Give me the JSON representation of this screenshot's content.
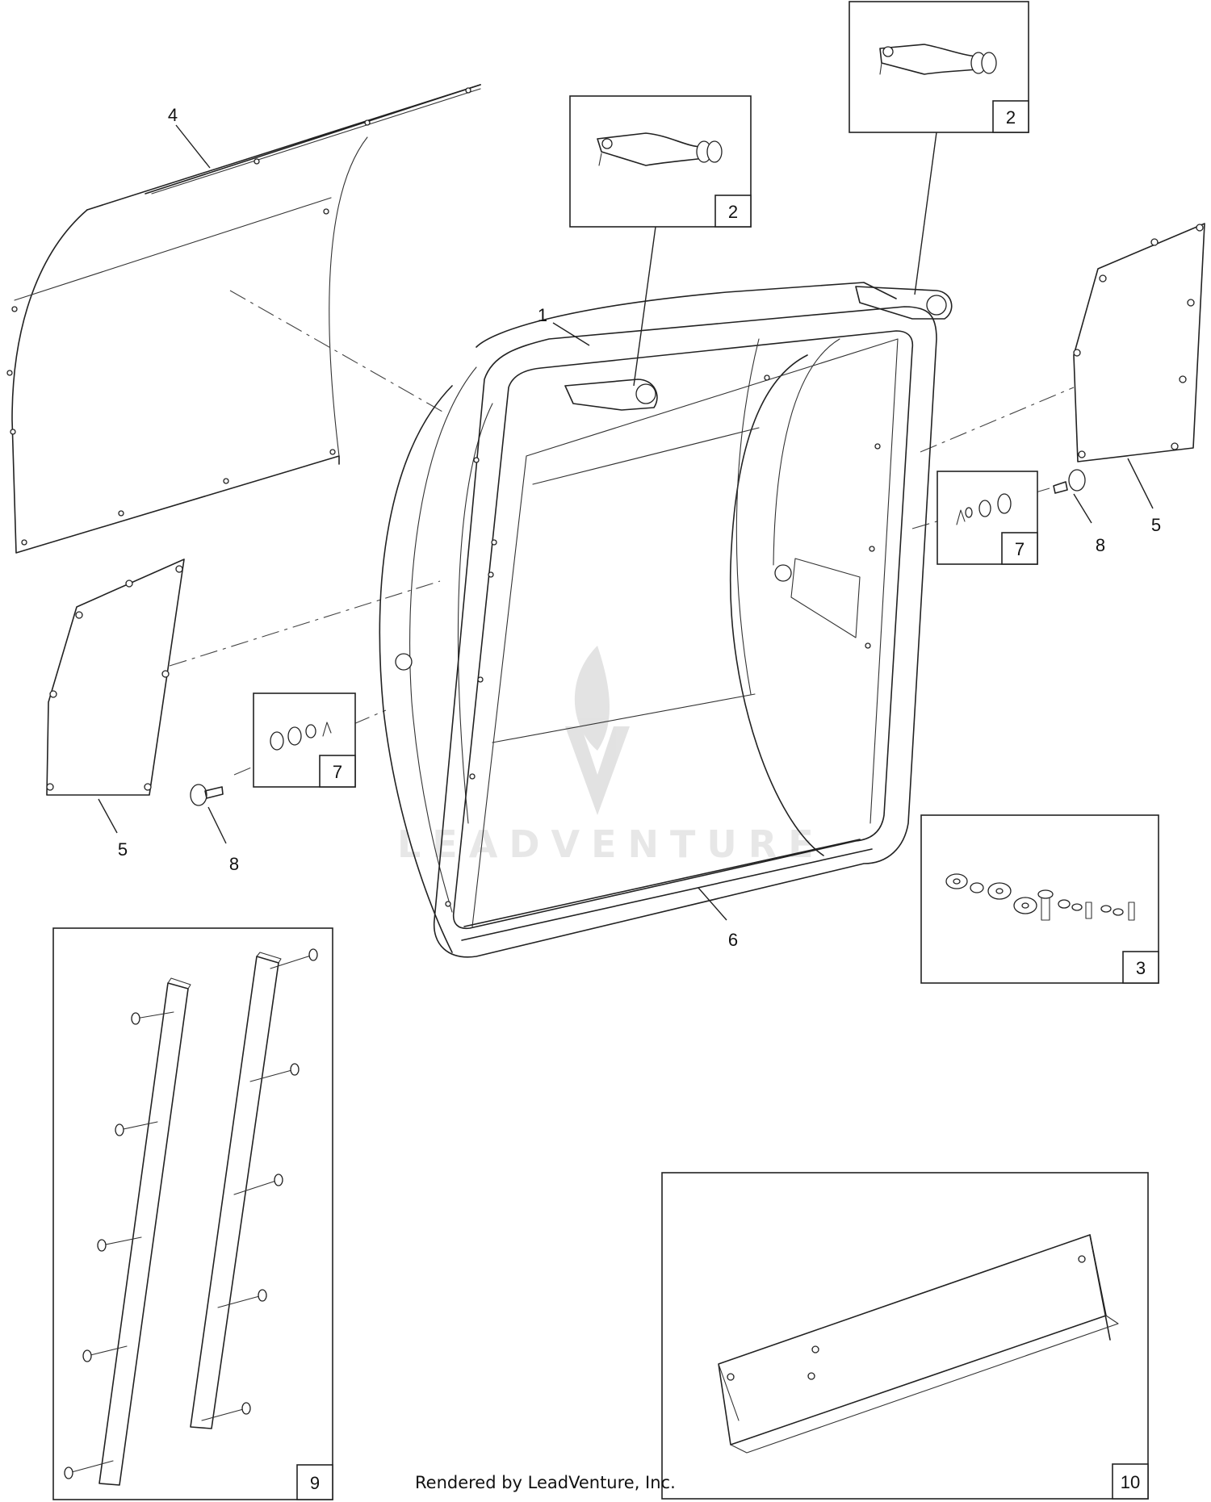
{
  "credit": "Rendered by LeadVenture, Inc.",
  "watermark": "LEADVENTURE",
  "callouts": [
    {
      "id": "c1",
      "text": "1"
    },
    {
      "id": "c2a",
      "text": "2"
    },
    {
      "id": "c2b",
      "text": "2"
    },
    {
      "id": "c3",
      "text": "3"
    },
    {
      "id": "c4",
      "text": "4"
    },
    {
      "id": "c5a",
      "text": "5"
    },
    {
      "id": "c5b",
      "text": "5"
    },
    {
      "id": "c6",
      "text": "6"
    },
    {
      "id": "c7a",
      "text": "7"
    },
    {
      "id": "c7b",
      "text": "7"
    },
    {
      "id": "c8a",
      "text": "8"
    },
    {
      "id": "c8b",
      "text": "8"
    },
    {
      "id": "c9",
      "text": "9"
    },
    {
      "id": "c10",
      "text": "10"
    }
  ]
}
